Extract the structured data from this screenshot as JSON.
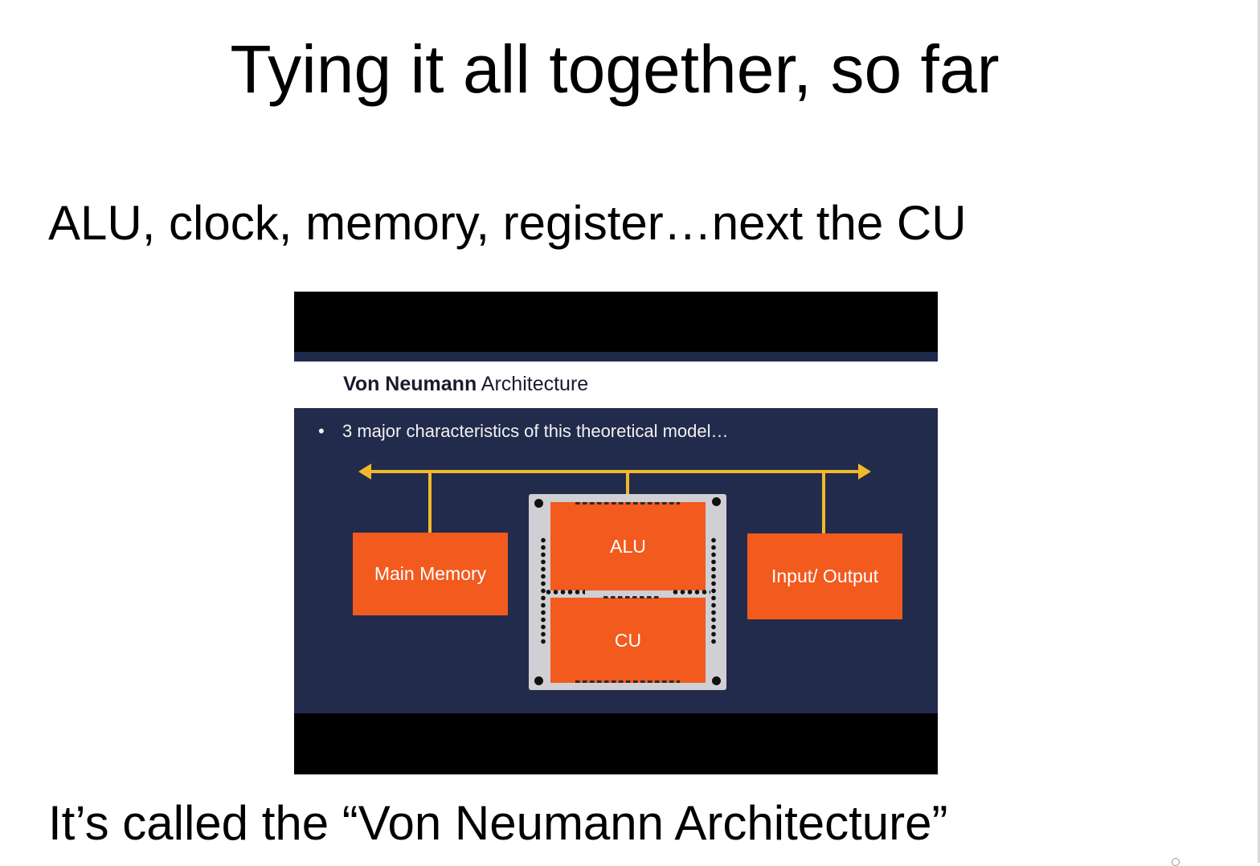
{
  "title": "Tying it all together, so far",
  "subtitle": "ALU, clock, memory, register…next the CU",
  "caption": "It’s called the “Von Neumann Architecture”",
  "slide_image": {
    "heading_bold": "Von Neumann",
    "heading_rest": " Architecture",
    "bullet_symbol": "•",
    "bullet": "3 major characteristics of this theoretical model…",
    "boxes": {
      "memory": "Main Memory",
      "alu": "ALU",
      "cu": "CU",
      "io": "Input/ Output"
    },
    "colors": {
      "background": "#222b4b",
      "box": "#f25a1e",
      "bus": "#f0b92d"
    }
  }
}
